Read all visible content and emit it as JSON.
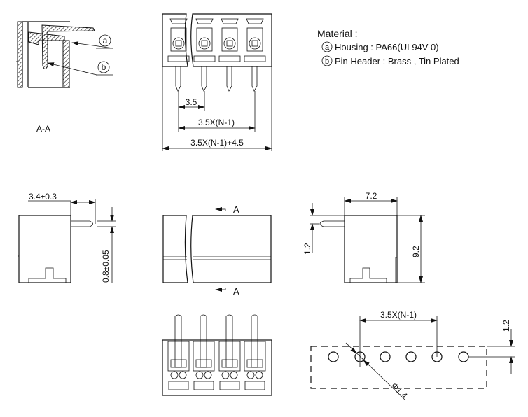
{
  "section": {
    "title": "A-A",
    "callout_a": "a",
    "callout_b": "b"
  },
  "material": {
    "heading": "Material :",
    "items": [
      {
        "marker": "a",
        "text": "Housing : PA66(UL94V-0)"
      },
      {
        "marker": "b",
        "text": "Pin Header : Brass , Tin Plated"
      }
    ]
  },
  "top_view": {
    "pitch": "3.5",
    "span": "3.5X(N-1)",
    "overall": "3.5X(N-1)+4.5"
  },
  "left_side": {
    "pin_length": "3.4±0.3",
    "pin_thickness": "0.8±0.05"
  },
  "front_view": {
    "section_mark_top": "A",
    "section_mark_bottom": "A"
  },
  "right_side": {
    "depth": "7.2",
    "height": "9.2",
    "pin_offset": "1.2"
  },
  "footprint": {
    "span": "3.5X(N-1)",
    "row_offset": "1.2",
    "hole_dia": "Φ1.4"
  }
}
